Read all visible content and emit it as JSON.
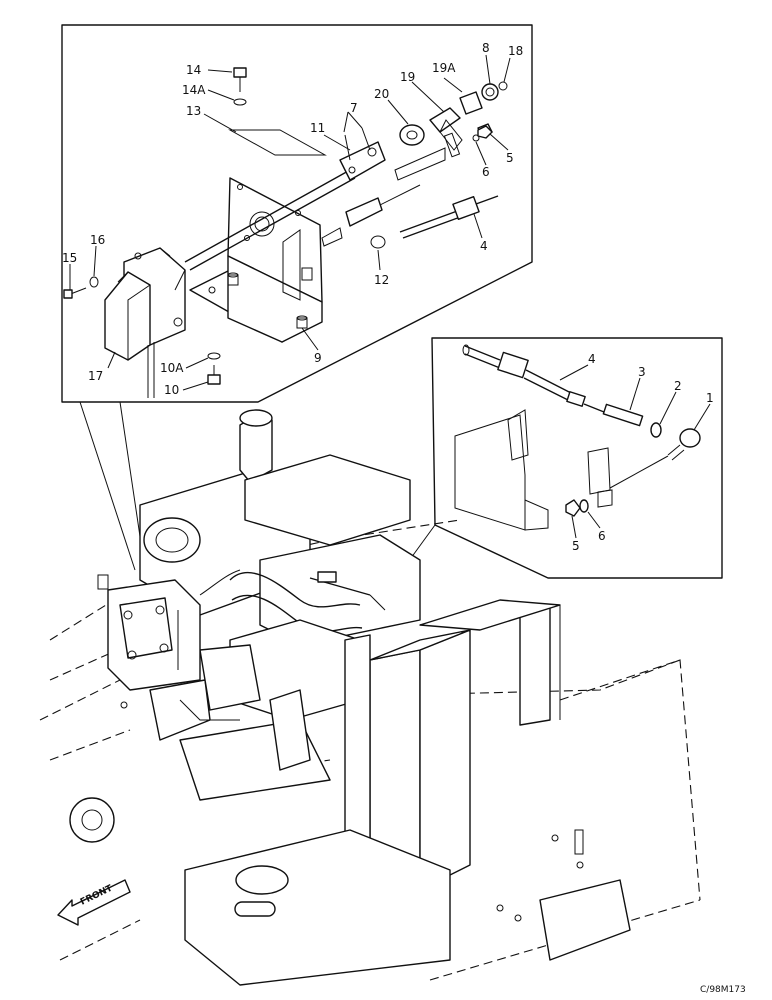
{
  "labels": {
    "l1": "1",
    "l2": "2",
    "l3": "3",
    "l4_right": "4",
    "l5_right": "5",
    "l6_right": "6",
    "l4_top": "4",
    "l5_top": "5",
    "l6_top": "6",
    "l7": "7",
    "l8": "8",
    "l9": "9",
    "l10": "10",
    "l10a": "10A",
    "l11": "11",
    "l12": "12",
    "l13": "13",
    "l14": "14",
    "l14a": "14A",
    "l15": "15",
    "l16": "16",
    "l17": "17",
    "l18": "18",
    "l19": "19",
    "l19a": "19A",
    "l20": "20"
  },
  "front_label": "FRONT",
  "drawing_code": "C/98M173"
}
